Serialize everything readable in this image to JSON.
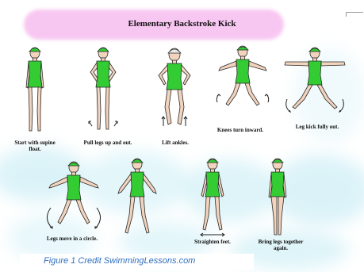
{
  "title": "Elementary Backstroke Kick",
  "colors": {
    "swimsuit": "#33cc33",
    "cap": "#33cc33",
    "skin": "#f2d3bd",
    "outline": "#2a2a2a",
    "title_highlight": "#f6b9ee",
    "water_spots": "#bfe9f3",
    "credit_text": "#2f6fbf"
  },
  "steps": [
    {
      "caption": "Start with supine\nfloat.",
      "pose": "standing-arms-down"
    },
    {
      "caption": "Pull legs up and out.",
      "pose": "hands-on-hips"
    },
    {
      "caption": "Lift ankles.",
      "pose": "elbows-out-knees-bent"
    },
    {
      "caption": "Knees turn inward.",
      "pose": "arms-out-knees-in"
    },
    {
      "caption": "Leg kick fully out.",
      "pose": "t-pose-legs-wide"
    },
    {
      "caption": "Legs move in a circle.",
      "pose": "arms-out-legs-circle"
    },
    {
      "caption": "",
      "pose": "arms-angled-down"
    },
    {
      "caption": "Straighten feet.",
      "pose": "arms-down-feet-straight"
    },
    {
      "caption": "Bring legs together\nagain.",
      "pose": "standing-together"
    }
  ],
  "credit": "Figure 1  Credit SwimmingLessons.com"
}
